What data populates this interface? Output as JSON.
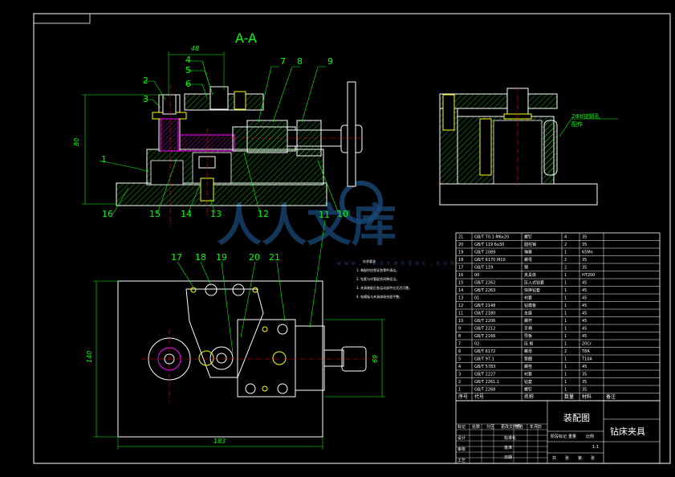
{
  "section_label": "A-A",
  "dimensions": {
    "top_width": "48",
    "left_height": "80",
    "plan_height": "140",
    "plan_width": "183",
    "plan_right": "69"
  },
  "part_numbers_front": [
    "1",
    "2",
    "3",
    "4",
    "5",
    "6",
    "7",
    "8",
    "9",
    "10",
    "11",
    "12",
    "13",
    "14",
    "15",
    "16"
  ],
  "part_numbers_plan": [
    "17",
    "18",
    "19",
    "20",
    "21"
  ],
  "side_annotation": [
    "2Φ8铰销孔",
    "配作"
  ],
  "watermark": {
    "text": "人人文库",
    "url": "www.renrendoc.com"
  },
  "bom": {
    "rows": [
      {
        "no": "21",
        "code": "GB/T 70.1 M6x20",
        "name": "螺钉",
        "qty": "4",
        "mat": "35"
      },
      {
        "no": "20",
        "code": "GB/T 119 6x30",
        "name": "圆柱销",
        "qty": "2",
        "mat": "35"
      },
      {
        "no": "19",
        "code": "GB/T 2089",
        "name": "弹簧",
        "qty": "1",
        "mat": "65Mn"
      },
      {
        "no": "18",
        "code": "GB/T 6170 M10",
        "name": "螺母",
        "qty": "2",
        "mat": "35"
      },
      {
        "no": "17",
        "code": "GB/T 119",
        "name": "销",
        "qty": "2",
        "mat": "35"
      },
      {
        "no": "16",
        "code": "00",
        "name": "夹具体",
        "qty": "1",
        "mat": "HT200"
      },
      {
        "no": "15",
        "code": "GB/T 2262",
        "name": "压入式钻套",
        "qty": "1",
        "mat": "45"
      },
      {
        "no": "14",
        "code": "GB/T 2263",
        "name": "快换钻套",
        "qty": "1",
        "mat": "45"
      },
      {
        "no": "13",
        "code": "01",
        "name": "衬套",
        "qty": "1",
        "mat": "45"
      },
      {
        "no": "12",
        "code": "GB/T 2148",
        "name": "钻模板",
        "qty": "1",
        "mat": "45"
      },
      {
        "no": "11",
        "code": "GB/T 2180",
        "name": "支座",
        "qty": "1",
        "mat": "45"
      },
      {
        "no": "10",
        "code": "GB/T 2206",
        "name": "螺杆",
        "qty": "1",
        "mat": "45"
      },
      {
        "no": "9",
        "code": "GB/T 2212",
        "name": "手柄",
        "qty": "1",
        "mat": "45"
      },
      {
        "no": "8",
        "code": "GB/T 2166",
        "name": "导板",
        "qty": "1",
        "mat": "45"
      },
      {
        "no": "7",
        "code": "02",
        "name": "压 板",
        "qty": "1",
        "mat": "20Cr"
      },
      {
        "no": "6",
        "code": "GB/T 6172",
        "name": "螺母",
        "qty": "2",
        "mat": "T8A"
      },
      {
        "no": "5",
        "code": "GB/T 97.1",
        "name": "垫圈",
        "qty": "1",
        "mat": "T10A"
      },
      {
        "no": "4",
        "code": "GB/T 5783",
        "name": "螺栓",
        "qty": "1",
        "mat": "45"
      },
      {
        "no": "3",
        "code": "GB/T 2227",
        "name": "衬套",
        "qty": "1",
        "mat": "35"
      },
      {
        "no": "2",
        "code": "GB/T 2261.1",
        "name": "钻套",
        "qty": "1",
        "mat": "35"
      },
      {
        "no": "1",
        "code": "GB/T 2268",
        "name": "螺钉",
        "qty": "1",
        "mat": "35"
      }
    ],
    "header": {
      "no": "序号",
      "code": "代号",
      "name": "名称",
      "qty": "数量",
      "mat": "材料",
      "note": "备注"
    }
  },
  "title_block": {
    "drawing_name": "装配图",
    "product_name": "钻床夹具",
    "labels": [
      "标记",
      "处数",
      "分区",
      "更改文件号",
      "签名",
      "年月日"
    ],
    "roles": [
      "设计",
      "审核",
      "工艺"
    ],
    "mid_labels": [
      "标准化",
      "批准",
      "日期"
    ],
    "stage_labels": [
      "阶段标记",
      "重量",
      "比例"
    ],
    "scale": "1:1",
    "sheet_labels": [
      "共",
      "张",
      "第",
      "张"
    ]
  },
  "notes": [
    "技术要求",
    "1. 装配时应保证各零件清洁。",
    "2. 钻套与衬套配合间隙适当。",
    "3. 夹具装配后各运动部件应灵活可靠。",
    "4. 钻模板与夹具体接合面平整。"
  ],
  "colors": {
    "line": "#ffffff",
    "green": "#00ff00",
    "yellow": "#ffff00",
    "magenta": "#ff00ff",
    "red": "#ff0000",
    "hatch": "#00ff00"
  }
}
